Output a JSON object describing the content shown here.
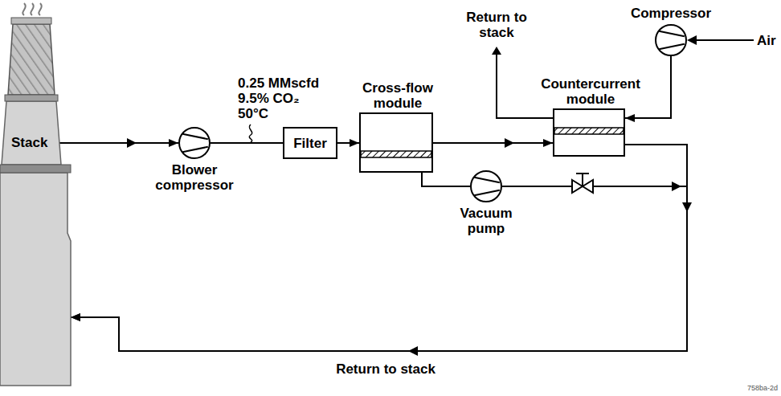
{
  "diagram": {
    "nodes": [
      {
        "text": [
          "Stack"
        ]
      },
      {
        "text": [
          "Blower compressor"
        ]
      },
      {
        "text": [
          "Filter"
        ]
      },
      {
        "text": [
          "Cross-flow module"
        ]
      },
      {
        "text": [
          "Countercurrent module"
        ]
      },
      {
        "text": [
          "Vacuum pump"
        ]
      },
      {
        "text": [
          "Compressor"
        ]
      }
    ],
    "edges": [
      {
        "from": 0,
        "to": 1,
        "arrow": "to"
      },
      {
        "from": 1,
        "to": 2,
        "arrow": "none"
      },
      {
        "from": 2,
        "to": 3,
        "arrow": "to"
      },
      {
        "from": 3,
        "to": 4,
        "arrow": "to"
      },
      {
        "from": 3,
        "to": 5,
        "arrow": "none"
      },
      {
        "from": 6,
        "to": 4,
        "arrow": "to"
      },
      {
        "from": 5,
        "to": 0,
        "arrow": "to"
      },
      {
        "from": 4,
        "to": 0,
        "arrow": "to"
      }
    ],
    "labels": [
      "0.25 MMscfd",
      "9.5% CO₂",
      "50°C",
      "Return to stack",
      "Air",
      "Return to stack",
      "758ba-2d"
    ]
  }
}
